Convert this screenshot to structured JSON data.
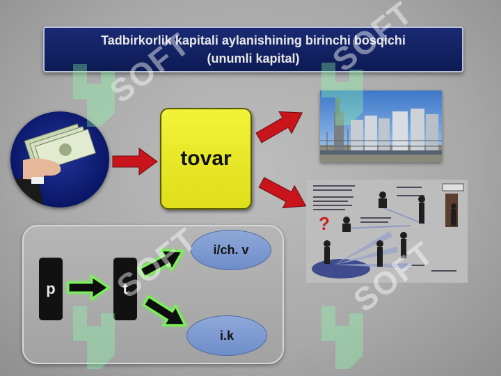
{
  "slide": {
    "title_line1": "Tadbirkorlik kapitali aylanishining birinchi bosqichi",
    "title_line2": "(unumli kapital)",
    "tovar_label": "tovar",
    "p_label": "p",
    "t_label": "t",
    "ellipse_top_label": "i/ch. v",
    "ellipse_bottom_label": "i.k",
    "question_mark": "?"
  },
  "watermark": {
    "text": "SOFT"
  },
  "colors": {
    "title_bg": "#0d1b55",
    "tovar_bg": "#eaea2a",
    "arrow_red": "#c8141a",
    "arrow_black": "#111111",
    "arrow_glow": "#7cf25a",
    "ellipse_blue": "#7f9bd1"
  },
  "icons": {
    "money_hand": "money-hand-icon",
    "factory": "factory-image",
    "business_diagram": "business-diagram-image"
  }
}
